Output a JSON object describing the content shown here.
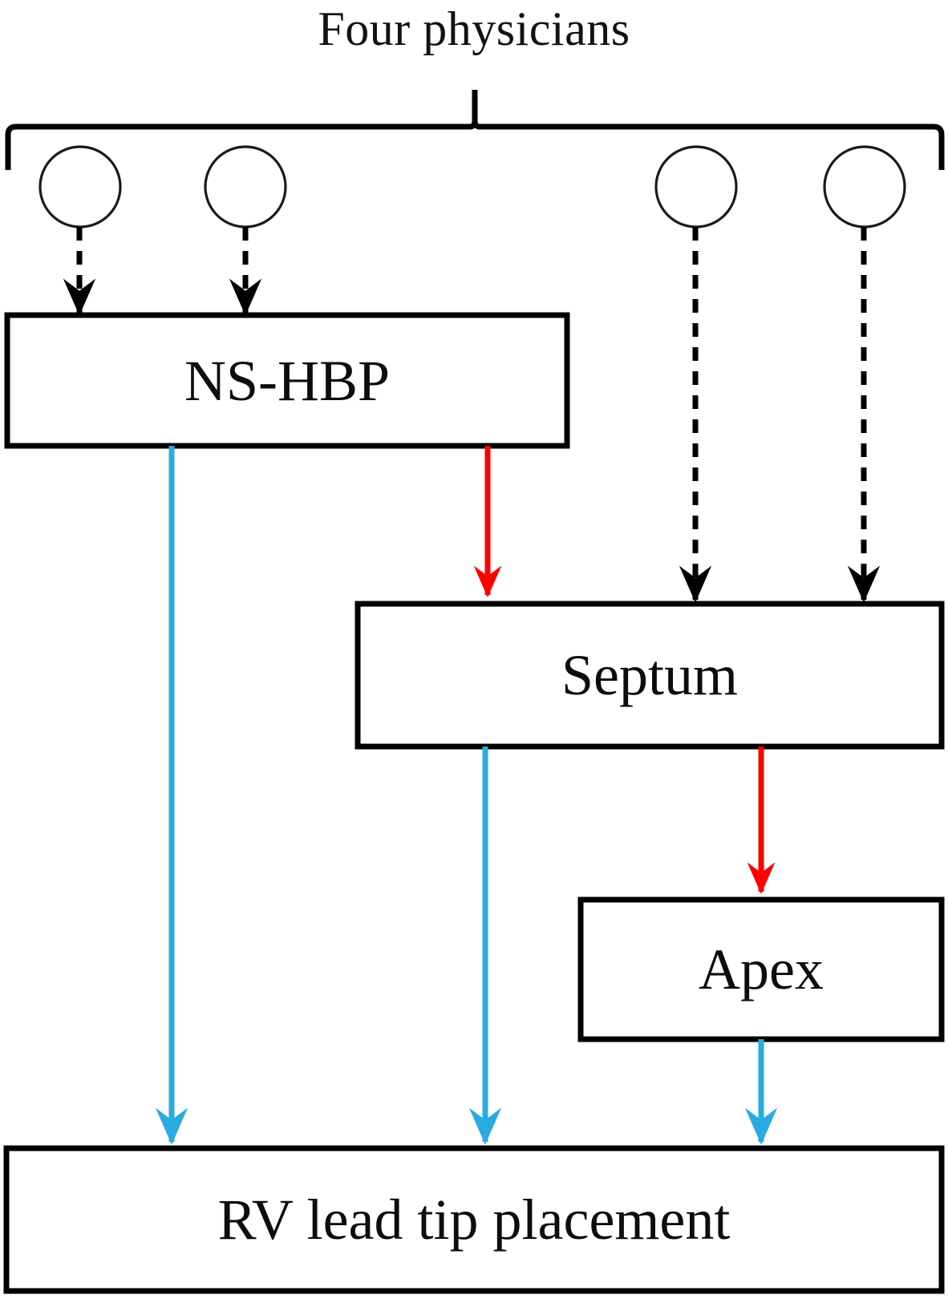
{
  "diagram": {
    "title": "Four physicians",
    "type": "flowchart",
    "background_color": "#ffffff",
    "line_color": "#000000",
    "colors": {
      "black": "#000000",
      "red": "#ff0000",
      "blue": "#29abe2"
    },
    "actors": {
      "group_label": "Four physicians",
      "count": 4,
      "shape": "circle",
      "items": [
        {
          "id": "physician-1",
          "label": ""
        },
        {
          "id": "physician-2",
          "label": ""
        },
        {
          "id": "physician-3",
          "label": ""
        },
        {
          "id": "physician-4",
          "label": ""
        }
      ]
    },
    "nodes": [
      {
        "id": "ns-hbp",
        "label": "NS-HBP"
      },
      {
        "id": "septum",
        "label": "Septum"
      },
      {
        "id": "apex",
        "label": "Apex"
      },
      {
        "id": "rv-lead-tip",
        "label": "RV lead tip placement"
      }
    ],
    "edges": [
      {
        "id": "edge-p1-nshbp",
        "from": "physician-1",
        "to": "ns-hbp",
        "style": "dashed",
        "color": "#000000"
      },
      {
        "id": "edge-p2-nshbp",
        "from": "physician-2",
        "to": "ns-hbp",
        "style": "dashed",
        "color": "#000000"
      },
      {
        "id": "edge-p3-septum",
        "from": "physician-3",
        "to": "septum",
        "style": "dashed",
        "color": "#000000"
      },
      {
        "id": "edge-p4-septum",
        "from": "physician-4",
        "to": "septum",
        "style": "dashed",
        "color": "#000000"
      },
      {
        "id": "edge-nshbp-rv",
        "from": "ns-hbp",
        "to": "rv-lead-tip",
        "style": "solid",
        "color": "#29abe2"
      },
      {
        "id": "edge-nshbp-septum",
        "from": "ns-hbp",
        "to": "septum",
        "style": "solid",
        "color": "#ff0000"
      },
      {
        "id": "edge-septum-rv",
        "from": "septum",
        "to": "rv-lead-tip",
        "style": "solid",
        "color": "#29abe2"
      },
      {
        "id": "edge-septum-apex",
        "from": "septum",
        "to": "apex",
        "style": "solid",
        "color": "#ff0000"
      },
      {
        "id": "edge-apex-rv",
        "from": "apex",
        "to": "rv-lead-tip",
        "style": "solid",
        "color": "#29abe2"
      }
    ]
  }
}
